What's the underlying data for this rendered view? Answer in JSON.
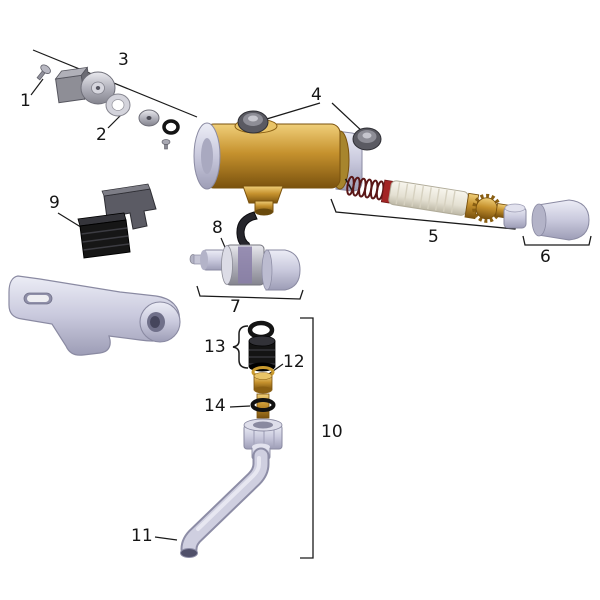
{
  "diagram": {
    "kind": "exploded-parts-diagram",
    "subject": "single-handle faucet exploded view",
    "background": "#ffffff",
    "line_color": "#1a1a1a",
    "colors": {
      "brass": "#c28e2c",
      "metal_gray": "#cdcde0",
      "dark_part": "#1b1b1b",
      "spring_red": "#a32424"
    },
    "callouts": [
      "1",
      "2",
      "3",
      "4",
      "5",
      "6",
      "7",
      "8",
      "9",
      "10",
      "11",
      "12",
      "13",
      "14"
    ]
  }
}
